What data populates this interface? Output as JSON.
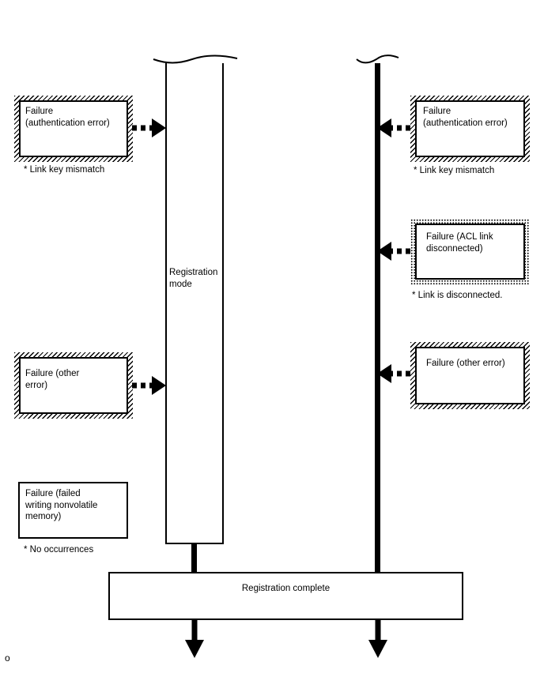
{
  "colors": {
    "ink": "#000000",
    "paper": "#ffffff"
  },
  "lifelines": {
    "registration_mode": "Registration mode"
  },
  "left_column": {
    "auth_error": {
      "label": "Failure\n(authentication error)",
      "note": "* Link key mismatch"
    },
    "other_error": {
      "label": "Failure (other\nerror)"
    },
    "nonvolatile": {
      "label": "Failure (failed\nwriting nonvolatile\nmemory)",
      "note": "* No occurrences"
    }
  },
  "right_column": {
    "auth_error": {
      "label": "Failure\n(authentication error)",
      "note": "* Link key mismatch"
    },
    "acl_link": {
      "label": "Failure (ACL link\ndisconnected)",
      "note": "* Link is disconnected."
    },
    "other_error": {
      "label": "Failure (other error)"
    }
  },
  "footer": {
    "registration_complete": "Registration complete",
    "page_mark": "o"
  }
}
